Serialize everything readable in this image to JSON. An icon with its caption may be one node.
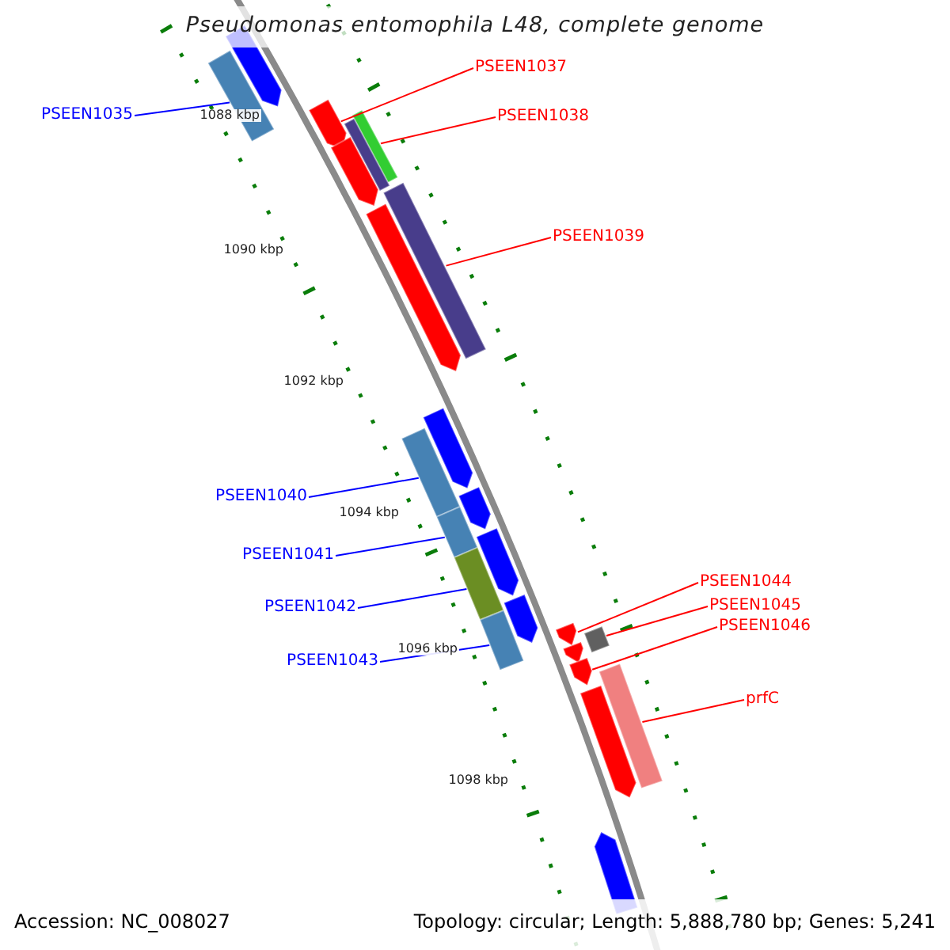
{
  "diagram": {
    "title": "Pseudomonas entomophila L48, complete genome",
    "nodes": [
      {
        "text": [
          "PSEEN1035"
        ]
      },
      {
        "text": [
          "PSEEN1037"
        ]
      },
      {
        "text": [
          "PSEEN1038"
        ]
      },
      {
        "text": [
          "PSEEN1039"
        ]
      },
      {
        "text": [
          "PSEEN1040"
        ]
      },
      {
        "text": [
          "PSEEN1041"
        ]
      },
      {
        "text": [
          "PSEEN1042"
        ]
      },
      {
        "text": [
          "PSEEN1043"
        ]
      },
      {
        "text": [
          "PSEEN1044"
        ]
      },
      {
        "text": [
          "PSEEN1045"
        ]
      },
      {
        "text": [
          "PSEEN1046"
        ]
      },
      {
        "text": [
          "prfC"
        ]
      },
      {
        "text": [],
        "shape": "pentagon"
      },
      {
        "text": [],
        "shape": "bar"
      },
      {
        "text": [],
        "shape": "pentagon"
      },
      {
        "text": [],
        "shape": "bar"
      },
      {
        "text": [],
        "shape": "bar"
      },
      {
        "text": [],
        "shape": "pentagon"
      },
      {
        "text": [],
        "shape": "bar"
      },
      {
        "text": [],
        "shape": "pentagon"
      },
      {
        "text": [],
        "shape": "pentagon"
      },
      {
        "text": [],
        "shape": "bar"
      },
      {
        "text": [],
        "shape": "pentagon"
      },
      {
        "text": [],
        "shape": "bar"
      },
      {
        "text": [],
        "shape": "pentagon"
      },
      {
        "text": [],
        "shape": "bar"
      },
      {
        "text": [],
        "shape": "pentagon"
      },
      {
        "text": [],
        "shape": "bar"
      },
      {
        "text": [],
        "shape": "pentagon"
      },
      {
        "text": [],
        "shape": "bar"
      },
      {
        "text": [],
        "shape": "pentagon"
      },
      {
        "text": [],
        "shape": "pentagon"
      },
      {
        "text": [],
        "shape": "bar"
      },
      {
        "text": [],
        "shape": "pentagon"
      },
      {
        "text": [],
        "shape": "pentagon"
      }
    ],
    "edges": [
      {
        "from": 0,
        "to": 13,
        "arrow": "none",
        "color": "#0000ff"
      },
      {
        "from": 1,
        "to": 14,
        "arrow": "none"
      },
      {
        "from": 2,
        "to": 15,
        "arrow": "none"
      },
      {
        "from": 3,
        "to": 18,
        "arrow": "none"
      },
      {
        "from": 4,
        "to": 21,
        "arrow": "none",
        "color": "#0000ff"
      },
      {
        "from": 5,
        "to": 23,
        "arrow": "none",
        "color": "#0000ff"
      },
      {
        "from": 6,
        "to": 25,
        "arrow": "none",
        "color": "#0000ff"
      },
      {
        "from": 7,
        "to": 27,
        "arrow": "none",
        "color": "#0000ff"
      },
      {
        "from": 8,
        "to": 28,
        "arrow": "none"
      },
      {
        "from": 9,
        "to": 29,
        "arrow": "none"
      },
      {
        "from": 10,
        "to": 31,
        "arrow": "none"
      },
      {
        "from": 11,
        "to": 32,
        "arrow": "none"
      }
    ],
    "labels": [
      "1088 kbp",
      "1090 kbp",
      "1092 kbp",
      "1094 kbp",
      "1096 kbp",
      "1098 kbp",
      "Accession: NC_008027",
      "Topology: circular; Length: 5,888,780 bp; Genes: 5,241"
    ]
  }
}
